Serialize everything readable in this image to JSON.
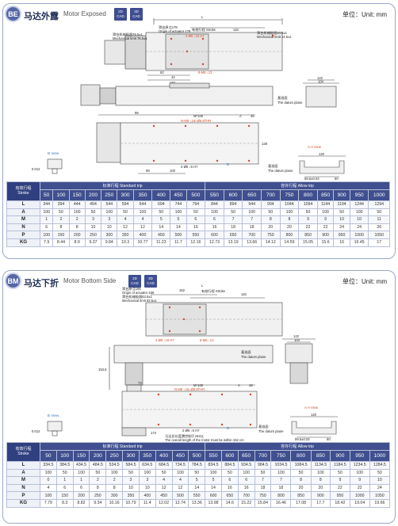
{
  "unit_label": "单位：Unit: mm",
  "cad_2d": "2D CAD",
  "cad_3d": "3D CAD",
  "be": {
    "code": "BE",
    "title_cn": "马达外露",
    "title_en": "Motor Exposed",
    "labels": {
      "origin_cn": "滑台原点178",
      "origin_en": "Origin of actuator 178",
      "mech_left_cn": "滑台机械极限76.5±1",
      "mech_left_en": "Mechanical limit 76.5±1",
      "stroke": "有效行程 Stroke",
      "mech_right_cn": "滑台机械极限14.5±1",
      "mech_right_en": "Mechanical limit 14.5±1",
      "hole": "2-Ø6 ↓10 H7",
      "thread": "8-M6 ↓13",
      "datum_cn": "基准面",
      "datum_en": "The datum plane",
      "m_spacing": "M*100",
      "n_thread": "N-M8 ↓16=Ø6.8THR",
      "a_label": "A",
      "a_view": "A-A View",
      "b_view": "B View",
      "pin": "2-Ø6 ↓6 H7",
      "flat": "0.012",
      "dims": {
        "l": "L",
        "d116": "116",
        "d62": "62",
        "d42": "42",
        "d182": "182",
        "d122": "122",
        "d104": "104",
        "d98": "98",
        "d46": "46",
        "d100": "100",
        "d120": "120",
        "d59": "59.5±0.03",
        "d60": "60",
        "d128": "128"
      }
    },
    "table": {
      "corner_cn": "有效行程",
      "corner_en": "Stroke",
      "group_standard": "标准行程 Standard trip",
      "group_allow": "容许行程 Allow trip",
      "sizes": [
        "50",
        "100",
        "150",
        "200",
        "250",
        "300",
        "350",
        "400",
        "450",
        "500",
        "550",
        "600",
        "650",
        "700",
        "750",
        "800",
        "850",
        "900",
        "950",
        "1000"
      ],
      "rows": [
        {
          "key": "L",
          "values": [
            "344",
            "394",
            "444",
            "494",
            "544",
            "594",
            "644",
            "694",
            "744",
            "794",
            "844",
            "894",
            "944",
            "994",
            "1044",
            "1094",
            "1144",
            "1194",
            "1244",
            "1294"
          ]
        },
        {
          "key": "A",
          "values": [
            "100",
            "50",
            "100",
            "50",
            "100",
            "50",
            "100",
            "50",
            "100",
            "50",
            "100",
            "50",
            "100",
            "50",
            "100",
            "50",
            "100",
            "50",
            "100",
            "50"
          ]
        },
        {
          "key": "M",
          "values": [
            "1",
            "2",
            "2",
            "3",
            "3",
            "4",
            "4",
            "5",
            "5",
            "6",
            "6",
            "7",
            "7",
            "8",
            "8",
            "9",
            "9",
            "10",
            "10",
            "11"
          ]
        },
        {
          "key": "N",
          "values": [
            "6",
            "8",
            "8",
            "10",
            "10",
            "12",
            "12",
            "14",
            "14",
            "16",
            "16",
            "18",
            "18",
            "20",
            "20",
            "22",
            "22",
            "24",
            "24",
            "26"
          ]
        },
        {
          "key": "P",
          "values": [
            "100",
            "150",
            "200",
            "250",
            "300",
            "350",
            "400",
            "450",
            "500",
            "550",
            "600",
            "650",
            "700",
            "750",
            "800",
            "850",
            "900",
            "950",
            "1000",
            "1050"
          ]
        },
        {
          "key": "KG",
          "values": [
            "7.9",
            "8.44",
            "8.9",
            "9.37",
            "9.84",
            "10.3",
            "10.77",
            "11.23",
            "11.7",
            "12.16",
            "12.73",
            "13.19",
            "13.66",
            "14.12",
            "14.59",
            "15.05",
            "15.6",
            "16",
            "16.45",
            "17"
          ]
        }
      ]
    }
  },
  "bm": {
    "code": "BM",
    "title_cn": "马达下折",
    "title_en": "Motor Bottom Side",
    "labels": {
      "origin_cn": "滑台原点165",
      "origin_en": "Origin of actuator 165",
      "mech_left_cn": "滑台机械极限63.5±1",
      "mech_left_en": "Mechanical limit 63.5±1",
      "stroke": "有效行程 Stroke",
      "hole": "2-Ø6 ↓10 H7",
      "thread": "8-M6 ↓13",
      "datum_cn": "基准面",
      "datum_en": "The datum plane",
      "m_spacing": "M*100",
      "n_thread": "N-M8 ↓16=Ø6.8THR",
      "a_label": "A",
      "a_view": "A-A View",
      "b_view": "B View",
      "pin": "2-Ø6 ↓6 H7",
      "flat": "0.012",
      "overall_cn": "马达总长度需控制于152以",
      "overall_en": "The overall length of the motor must be within 152 cm",
      "dims": {
        "l": "L",
        "d116": "116",
        "d162": "162",
        "d73": "73",
        "d46": "46",
        "d173": "173",
        "d120": "120",
        "d59": "59.5±0.03",
        "d60": "60",
        "d122": "122",
        "d104": "104",
        "d100": "100",
        "d1535": "153.5"
      }
    },
    "table": {
      "corner_cn": "有效行程",
      "corner_en": "Stroke",
      "group_standard": "标准行程 Standard trip",
      "group_allow": "容许行程 Allow trip",
      "sizes": [
        "50",
        "100",
        "150",
        "200",
        "250",
        "300",
        "350",
        "400",
        "450",
        "500",
        "550",
        "600",
        "650",
        "700",
        "750",
        "800",
        "850",
        "900",
        "950",
        "1000"
      ],
      "rows": [
        {
          "key": "L",
          "values": [
            "334.5",
            "384.5",
            "434.5",
            "484.5",
            "534.5",
            "584.5",
            "634.5",
            "684.5",
            "734.5",
            "784.5",
            "834.5",
            "884.5",
            "934.5",
            "984.5",
            "1034.5",
            "1084.5",
            "1134.5",
            "1184.5",
            "1234.5",
            "1284.5"
          ]
        },
        {
          "key": "A",
          "values": [
            "100",
            "50",
            "100",
            "50",
            "100",
            "50",
            "100",
            "50",
            "100",
            "50",
            "100",
            "50",
            "100",
            "50",
            "100",
            "50",
            "100",
            "50",
            "100",
            "50"
          ]
        },
        {
          "key": "M",
          "values": [
            "0",
            "1",
            "1",
            "2",
            "2",
            "3",
            "3",
            "4",
            "4",
            "5",
            "5",
            "6",
            "6",
            "7",
            "7",
            "8",
            "8",
            "9",
            "9",
            "10"
          ]
        },
        {
          "key": "N",
          "values": [
            "4",
            "6",
            "6",
            "8",
            "8",
            "10",
            "10",
            "12",
            "12",
            "14",
            "14",
            "16",
            "16",
            "18",
            "18",
            "20",
            "20",
            "22",
            "22",
            "24"
          ]
        },
        {
          "key": "P",
          "values": [
            "100",
            "150",
            "200",
            "250",
            "300",
            "350",
            "400",
            "450",
            "500",
            "550",
            "600",
            "650",
            "700",
            "750",
            "800",
            "850",
            "900",
            "950",
            "1000",
            "1050"
          ]
        },
        {
          "key": "KG",
          "values": [
            "7.79",
            "8.3",
            "8.82",
            "9.34",
            "10.16",
            "10.79",
            "11.4",
            "12.02",
            "12.74",
            "13.36",
            "13.98",
            "14.6",
            "15.22",
            "15.84",
            "16.46",
            "17.08",
            "17.7",
            "18.42",
            "19.04",
            "19.66"
          ]
        }
      ]
    }
  }
}
